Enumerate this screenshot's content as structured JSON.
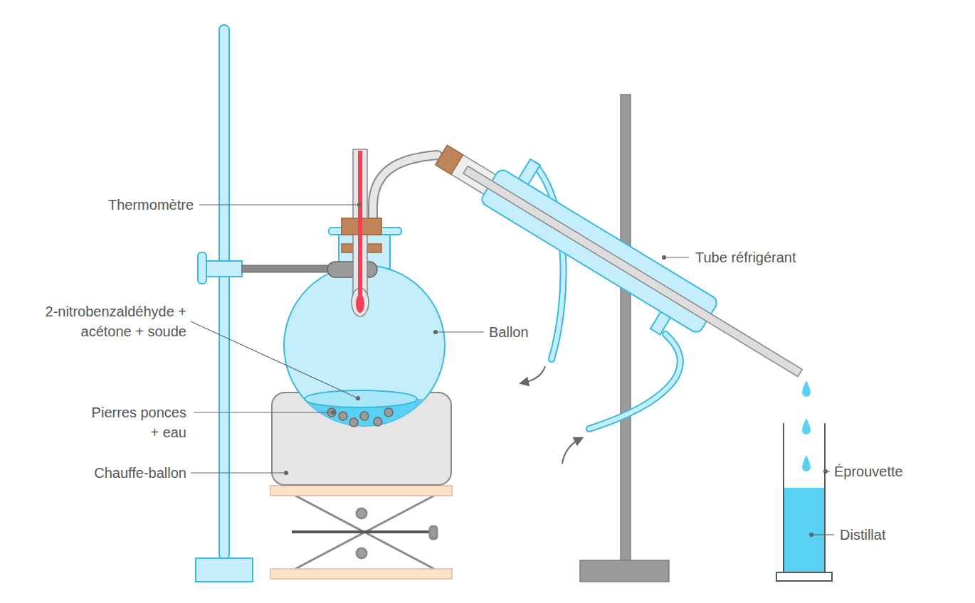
{
  "diagram": {
    "labels": [
      "Thermomètre",
      "2-nitrobenzaldéhyde + acétone + soude",
      "Pierres ponces + eau",
      "Chauffe-ballon",
      "Ballon",
      "Tube réfrigérant",
      "Éprouvette",
      "Distillat"
    ]
  }
}
